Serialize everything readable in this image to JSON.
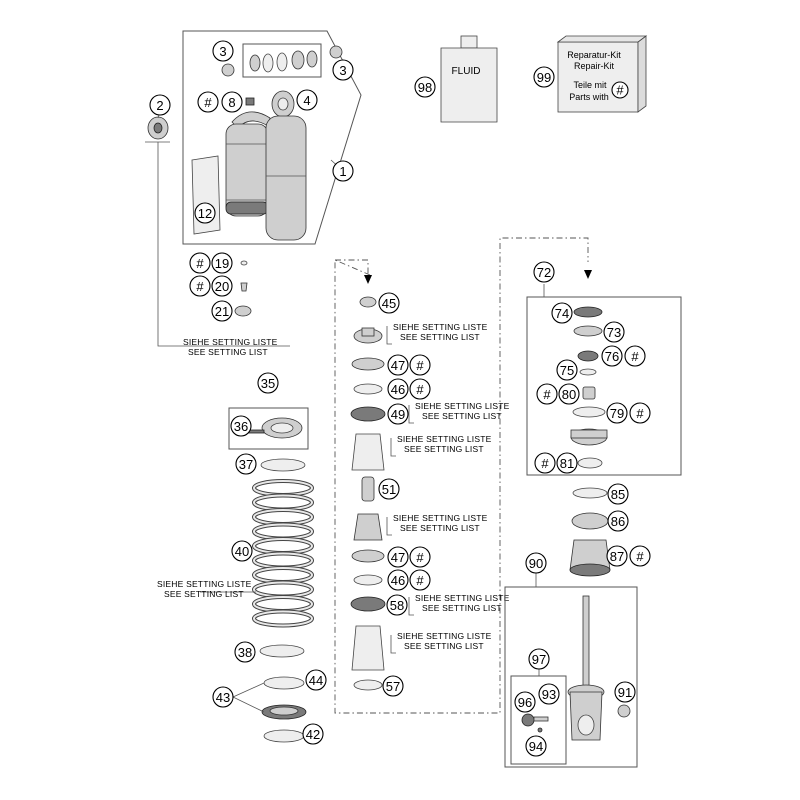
{
  "fluid_label": "FLUID",
  "repair_kit": {
    "line1": "Reparatur-Kit",
    "line2": "Repair-Kit",
    "line3": "Teile mit",
    "line4": "Parts with",
    "symbol": "#"
  },
  "setting_note": {
    "de": "SIEHE SETTING LISTE",
    "en": "SEE SETTING LIST"
  },
  "callouts": {
    "c1": "1",
    "c2": "2",
    "c3a": "3",
    "c3b": "3",
    "c4": "4",
    "c8": "8",
    "c12": "12",
    "c19": "19",
    "c20": "20",
    "c21": "21",
    "c35": "35",
    "c36": "36",
    "c37": "37",
    "c38": "38",
    "c40": "40",
    "c42": "42",
    "c43": "43",
    "c44": "44",
    "c45": "45",
    "c46a": "46",
    "c46b": "46",
    "c47a": "47",
    "c47b": "47",
    "c49": "49",
    "c51": "51",
    "c57": "57",
    "c58": "58",
    "c72": "72",
    "c73": "73",
    "c74": "74",
    "c75": "75",
    "c76": "76",
    "c79": "79",
    "c80": "80",
    "c81": "81",
    "c85": "85",
    "c86": "86",
    "c87": "87",
    "c90": "90",
    "c91": "91",
    "c93": "93",
    "c94": "94",
    "c96": "96",
    "c97": "97",
    "c98": "98",
    "c99": "99",
    "h8": "#",
    "h19": "#",
    "h20": "#",
    "h46a": "#",
    "h46b": "#",
    "h47a": "#",
    "h47b": "#",
    "h76": "#",
    "h79": "#",
    "h80": "#",
    "h81": "#",
    "h87": "#"
  }
}
